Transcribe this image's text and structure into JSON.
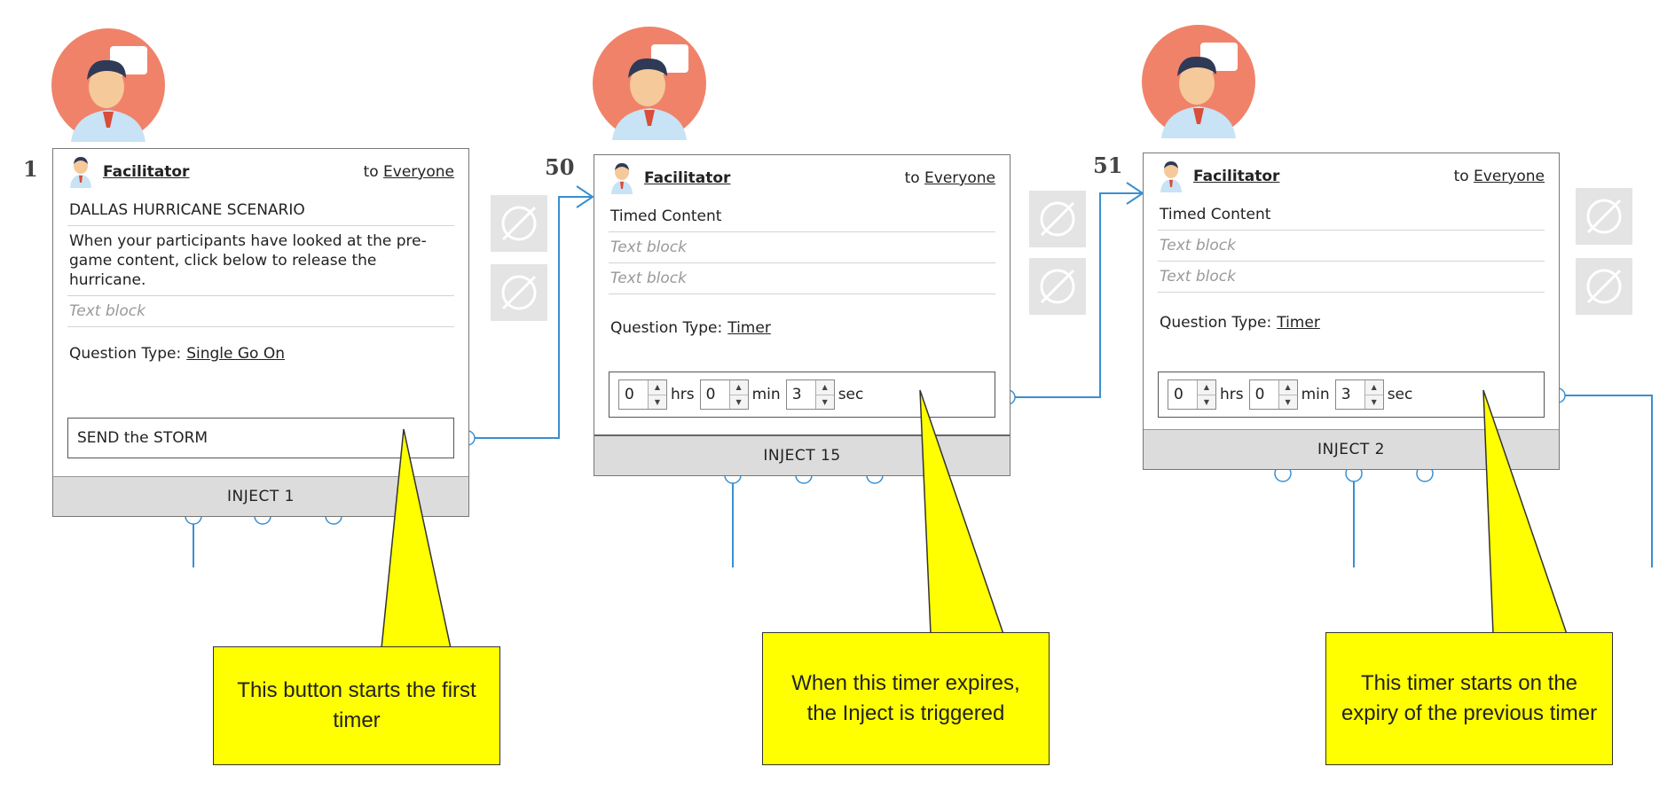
{
  "cards": [
    {
      "number": "1",
      "author": "Facilitator",
      "to_prefix": "to",
      "recipient": "Everyone",
      "rows": [
        {
          "text": "DALLAS HURRICANE SCENARIO",
          "placeholder": false
        },
        {
          "text": "When your participants have looked at the pre-game content, click below to release the hurricane.",
          "placeholder": false
        },
        {
          "text": "Text block",
          "placeholder": true
        }
      ],
      "question_type_label": "Question Type:",
      "question_type_value": "Single Go On",
      "button_label": "SEND the STORM",
      "footer": "INJECT 1"
    },
    {
      "number": "50",
      "author": "Facilitator",
      "to_prefix": "to",
      "recipient": "Everyone",
      "rows": [
        {
          "text": "Timed Content",
          "placeholder": false
        },
        {
          "text": "Text block",
          "placeholder": true
        },
        {
          "text": "Text block",
          "placeholder": true
        }
      ],
      "question_type_label": "Question Type:",
      "question_type_value": "Timer",
      "timer": {
        "hrs": "0",
        "min": "0",
        "sec": "3",
        "hrs_label": "hrs",
        "min_label": "min",
        "sec_label": "sec"
      },
      "footer": "INJECT 15"
    },
    {
      "number": "51",
      "author": "Facilitator",
      "to_prefix": "to",
      "recipient": "Everyone",
      "rows": [
        {
          "text": "Timed Content",
          "placeholder": false
        },
        {
          "text": "Text block",
          "placeholder": true
        },
        {
          "text": "Text block",
          "placeholder": true
        }
      ],
      "question_type_label": "Question Type:",
      "question_type_value": "Timer",
      "timer": {
        "hrs": "0",
        "min": "0",
        "sec": "3",
        "hrs_label": "hrs",
        "min_label": "min",
        "sec_label": "sec"
      },
      "footer": "INJECT 2"
    }
  ],
  "callouts": [
    {
      "text": "This button starts the first timer"
    },
    {
      "text": "When this timer expires, the Inject is triggered"
    },
    {
      "text": "This timer starts on the expiry of the previous timer"
    }
  ],
  "colors": {
    "connector": "#3a8fd0",
    "callout_fill": "#ffff00",
    "avatar_circle": "#f0826a",
    "footer_bg": "#dcdcdc"
  },
  "icons": {
    "avatar": "facilitator-avatar-icon",
    "person": "person-icon",
    "null_button": "null-icon"
  }
}
